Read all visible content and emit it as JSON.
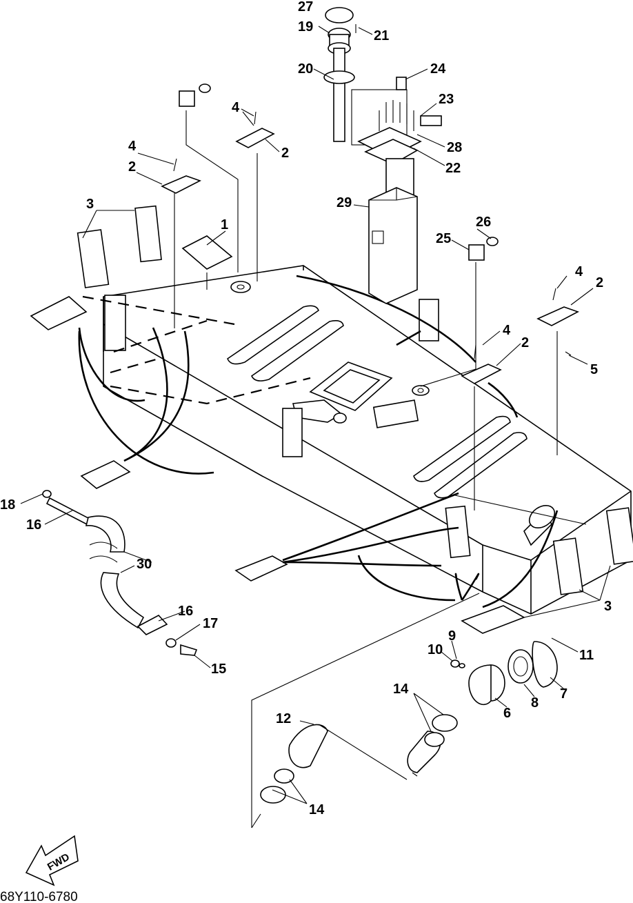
{
  "diagram_code": "68Y110-6780",
  "fwd_label": "FWD",
  "callouts": {
    "c1": "1",
    "c2a": "2",
    "c2b": "2",
    "c2c": "2",
    "c2d": "2",
    "c3a": "3",
    "c3b": "3",
    "c4a": "4",
    "c4b": "4",
    "c4c": "4",
    "c4d": "4",
    "c5": "5",
    "c6": "6",
    "c7": "7",
    "c8": "8",
    "c9": "9",
    "c10": "10",
    "c11": "11",
    "c12": "12",
    "c14a": "14",
    "c14b": "14",
    "c15": "15",
    "c16a": "16",
    "c16b": "16",
    "c17": "17",
    "c18": "18",
    "c19": "19",
    "c20": "20",
    "c21": "21",
    "c22": "22",
    "c23": "23",
    "c24": "24",
    "c25": "25",
    "c26": "26",
    "c27": "27",
    "c28": "28",
    "c29": "29",
    "c30": "30"
  }
}
